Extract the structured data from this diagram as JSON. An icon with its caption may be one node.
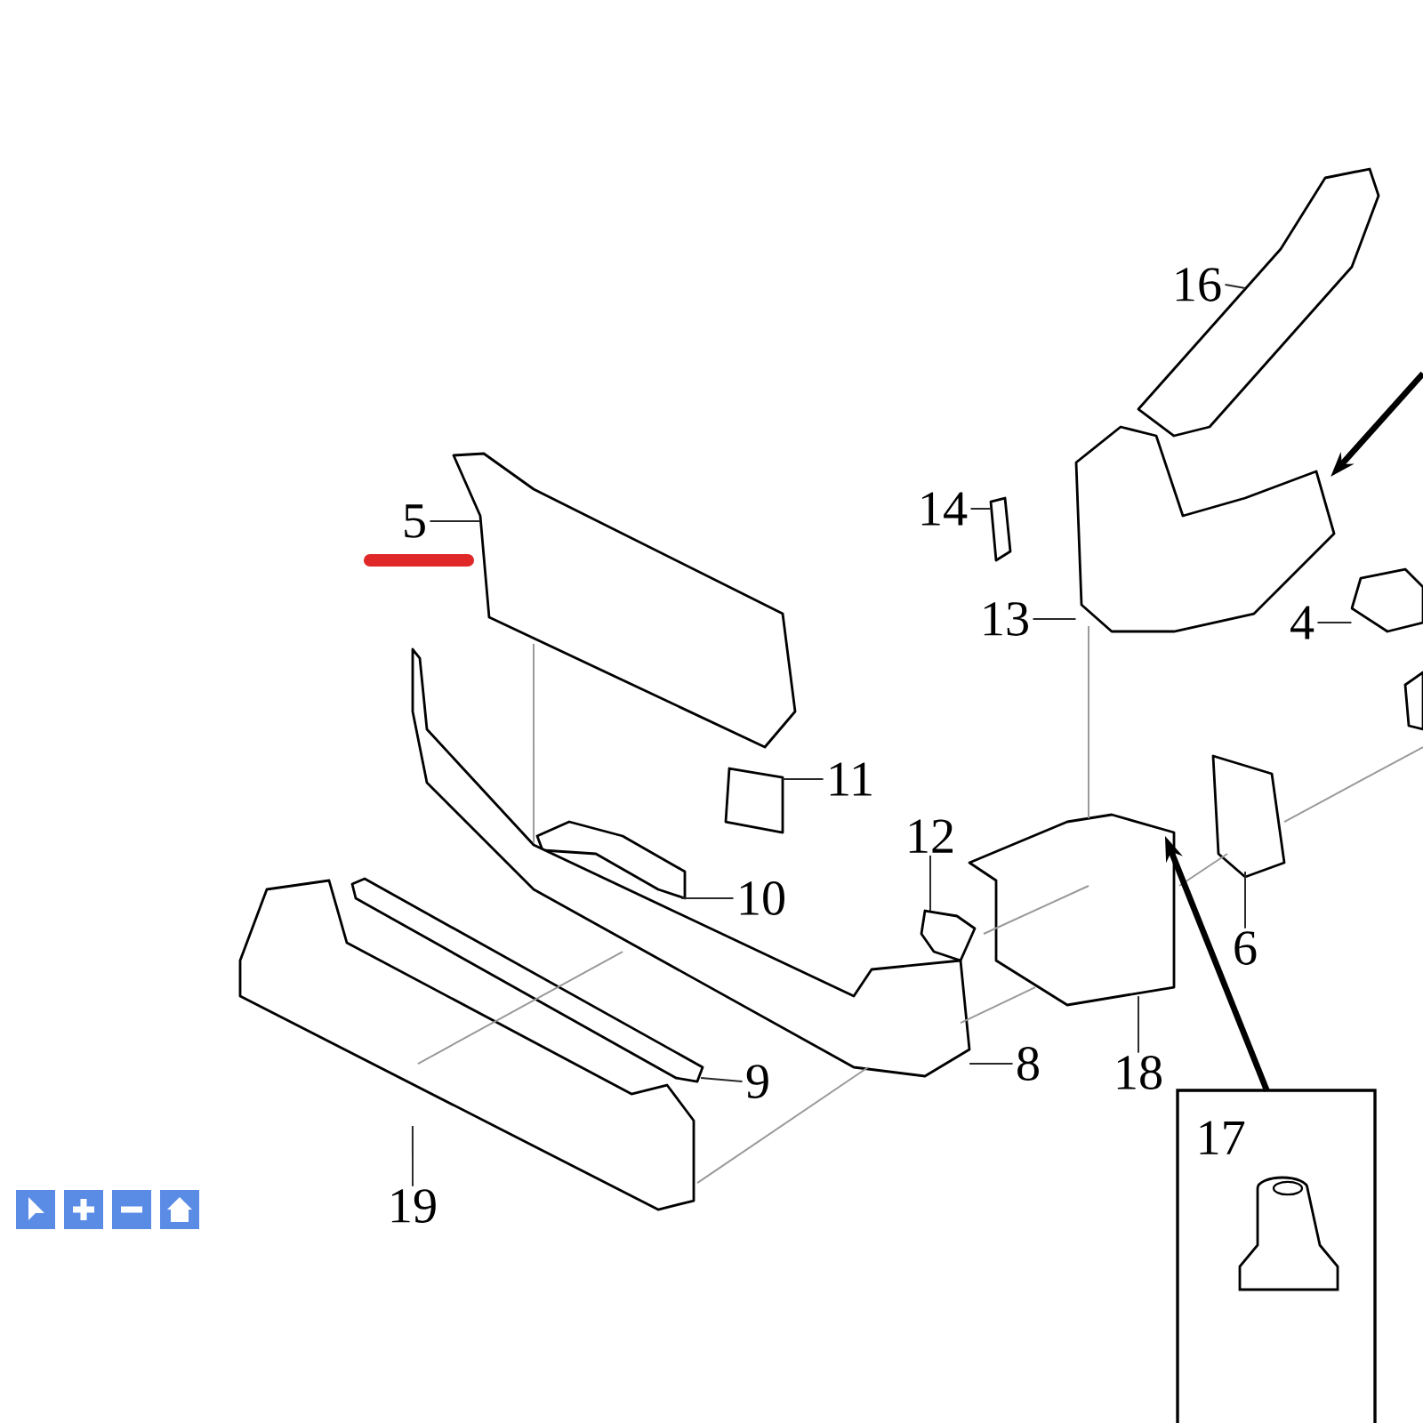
{
  "diagram": {
    "nodes": [
      {
        "text": [
          "16"
        ]
      },
      {
        "text": [],
        "shape": "picture"
      },
      {
        "text": [
          "14"
        ]
      },
      {
        "text": [],
        "shape": "picture"
      },
      {
        "text": [
          "13"
        ]
      },
      {
        "text": [],
        "shape": "picture"
      },
      {
        "text": [
          "4"
        ]
      },
      {
        "text": [],
        "shape": "picture"
      },
      {
        "text": [
          "5"
        ]
      },
      {
        "text": [],
        "shape": "picture"
      },
      {
        "text": [
          "11"
        ]
      },
      {
        "text": [],
        "shape": "picture"
      },
      {
        "text": [
          "12"
        ]
      },
      {
        "text": [],
        "shape": "picture"
      },
      {
        "text": [
          "10"
        ]
      },
      {
        "text": [],
        "shape": "picture"
      },
      {
        "text": [
          "6"
        ]
      },
      {
        "text": [],
        "shape": "picture"
      },
      {
        "text": [
          "8"
        ]
      },
      {
        "text": [],
        "shape": "picture"
      },
      {
        "text": [
          "18"
        ]
      },
      {
        "text": [],
        "shape": "picture"
      },
      {
        "text": [
          "9"
        ]
      },
      {
        "text": [],
        "shape": "picture"
      },
      {
        "text": [
          "19"
        ]
      },
      {
        "text": [],
        "shape": "picture"
      },
      {
        "text": [
          "17"
        ]
      },
      {
        "text": [],
        "shape": "picture"
      }
    ],
    "edges": [
      {
        "from": 0,
        "to": 1,
        "arrow": "none"
      },
      {
        "from": 2,
        "to": 3,
        "arrow": "none"
      },
      {
        "from": 4,
        "to": 5,
        "arrow": "none"
      },
      {
        "from": 6,
        "to": 7,
        "arrow": "none"
      },
      {
        "from": 8,
        "to": 9,
        "arrow": "none"
      },
      {
        "from": 10,
        "to": 11,
        "arrow": "none"
      },
      {
        "from": 12,
        "to": 13,
        "arrow": "none"
      },
      {
        "from": 14,
        "to": 15,
        "arrow": "none"
      },
      {
        "from": 16,
        "to": 17,
        "arrow": "none"
      },
      {
        "from": 18,
        "to": 19,
        "arrow": "none"
      },
      {
        "from": 20,
        "to": 21,
        "arrow": "none"
      },
      {
        "from": 22,
        "to": 23,
        "arrow": "none"
      },
      {
        "from": 24,
        "to": 25,
        "arrow": "none"
      },
      {
        "from": 9,
        "to": 19,
        "arrow": "none",
        "color": "#999999"
      },
      {
        "from": 25,
        "to": 19,
        "arrow": "none",
        "color": "#999999"
      },
      {
        "from": 25,
        "to": 19,
        "arrow": "none",
        "color": "#999999"
      },
      {
        "from": 19,
        "to": 21,
        "arrow": "none",
        "color": "#999999"
      },
      {
        "from": 13,
        "to": 21,
        "arrow": "none",
        "color": "#999999"
      },
      {
        "from": 21,
        "to": 5,
        "arrow": "none",
        "color": "#999999"
      },
      {
        "from": 21,
        "to": 17,
        "arrow": "none",
        "color": "#999999"
      },
      {
        "from": 17,
        "to": 27,
        "arrow": "none",
        "color": "#999999"
      },
      {
        "from": 26,
        "to": 21,
        "arrow": "to",
        "style": "thick",
        "color": "#000000"
      },
      {
        "from": null,
        "to": 5,
        "arrow": "to",
        "style": "thick",
        "color": "#000000"
      }
    ]
  }
}
